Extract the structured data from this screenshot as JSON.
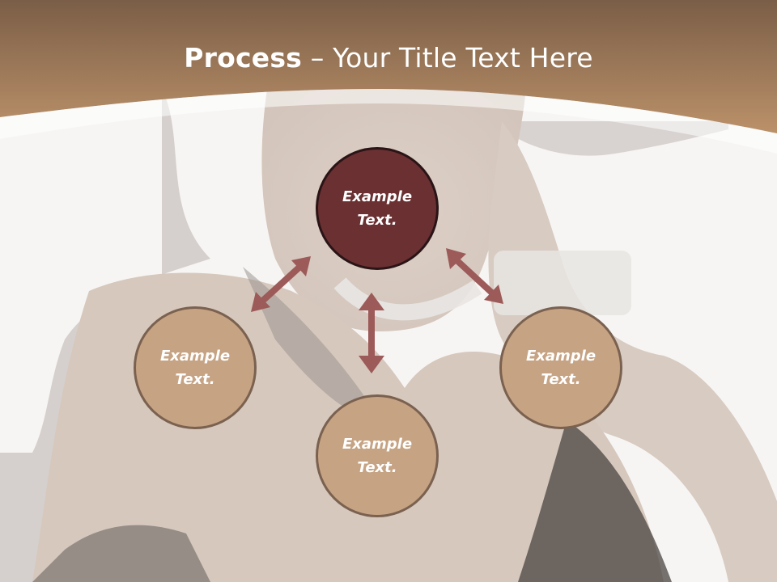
{
  "title": {
    "strong": "Process",
    "rest": " – Your Title Text Here"
  },
  "diagram": {
    "center": "Example\nText.",
    "left": "Example\nText.",
    "right": "Example\nText.",
    "bottom": "Example\nText."
  },
  "colors": {
    "header_top": "#7d6049",
    "header_bottom": "#b88f68",
    "center_fill": "#6a3032",
    "node_fill": "#c6a383",
    "arrow": "#9c5a58"
  },
  "icons": {
    "connectors": "double-headed-arrow"
  }
}
